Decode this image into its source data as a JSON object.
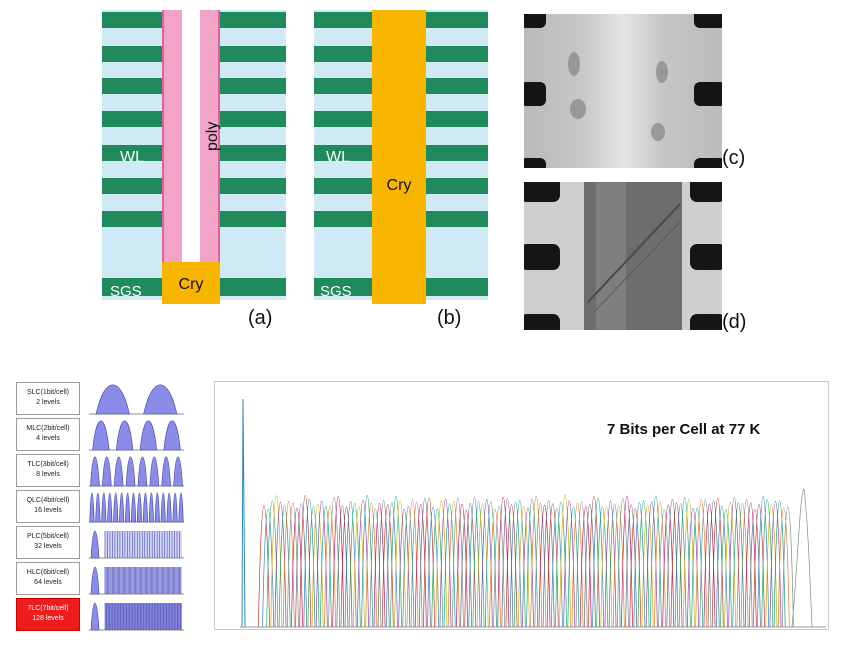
{
  "cross_sections": {
    "a": {
      "wl": "WL",
      "sgs": "SGS",
      "cry": "Cry",
      "poly": "poly",
      "label": "(a)"
    },
    "b": {
      "wl": "WL",
      "sgs": "SGS",
      "cry": "Cry",
      "label": "(b)"
    }
  },
  "micrographs": {
    "c_label": "(c)",
    "d_label": "(d)"
  },
  "cell_levels": [
    {
      "line1": "SLC(1bit/cell)",
      "line2": "2 levels",
      "levels": 2,
      "highlight": false
    },
    {
      "line1": "MLC(2bit/cell)",
      "line2": "4 levels",
      "levels": 4,
      "highlight": false
    },
    {
      "line1": "TLC(3bit/cell)",
      "line2": "8 levels",
      "levels": 8,
      "highlight": false
    },
    {
      "line1": "QLC(4bit/cell)",
      "line2": "16 levels",
      "levels": 16,
      "highlight": false
    },
    {
      "line1": "PLC(5bit/cell)",
      "line2": "32 levels",
      "levels": 32,
      "highlight": false
    },
    {
      "line1": "HLC(6bit/cell)",
      "line2": "64 levels",
      "levels": 64,
      "highlight": false
    },
    {
      "line1": "7LC(7bit/cell)",
      "line2": "128 levels",
      "levels": 128,
      "highlight": true
    }
  ],
  "distribution_plot": {
    "title": "7 Bits per Cell at 77 K",
    "levels": 128
  },
  "colors": {
    "wl_green": "#1f8a5b",
    "oxide_blue": "#cfeaf5",
    "poly_pink": "#f3a3c6",
    "cry_orange": "#f7b500",
    "peak_fill": "#8a8ce8",
    "peak_stroke": "#3c3fb0",
    "highlight_red": "#ee1c1c"
  }
}
